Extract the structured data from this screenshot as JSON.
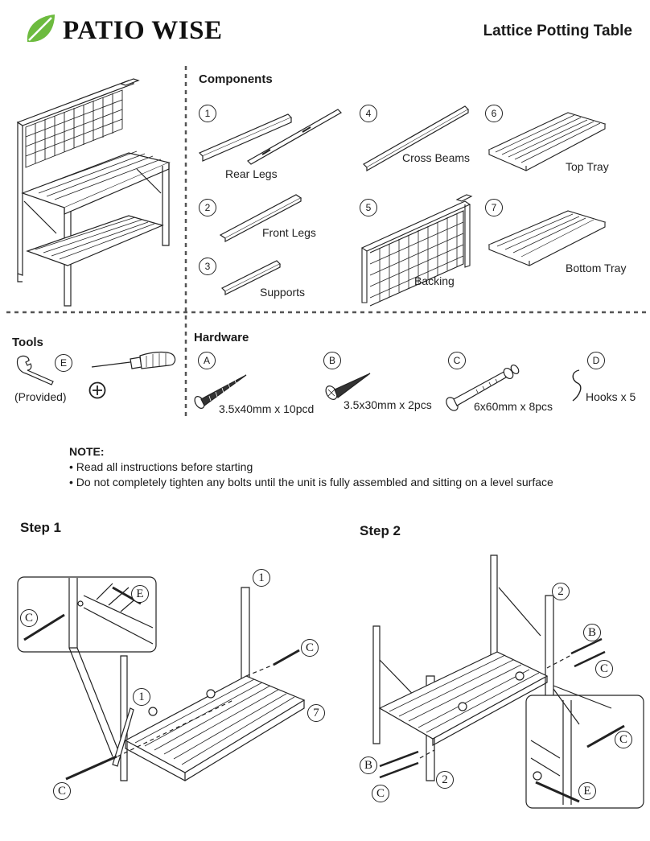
{
  "brand": {
    "name": "PATIO WISE",
    "icon": "leaf-icon",
    "color": "#6dbb3f"
  },
  "document_title": "Lattice Potting Table",
  "components": {
    "title": "Components",
    "items": [
      {
        "number": "1",
        "label": "Rear Legs"
      },
      {
        "number": "2",
        "label": "Front Legs"
      },
      {
        "number": "3",
        "label": "Supports"
      },
      {
        "number": "4",
        "label": "Cross Beams"
      },
      {
        "number": "5",
        "label": "Backing"
      },
      {
        "number": "6",
        "label": "Top Tray"
      },
      {
        "number": "7",
        "label": "Bottom Tray"
      }
    ]
  },
  "tools": {
    "title": "Tools",
    "wrench_letter": "E",
    "wrench_note": "(Provided)",
    "screwdriver_icon": "phillips-screwdriver-icon"
  },
  "hardware": {
    "title": "Hardware",
    "items": [
      {
        "letter": "A",
        "label": "3.5x40mm x 10pcd"
      },
      {
        "letter": "B",
        "label": "3.5x30mm x 2pcs"
      },
      {
        "letter": "C",
        "label": "6x60mm x 8pcs"
      },
      {
        "letter": "D",
        "label": "Hooks x 5"
      }
    ]
  },
  "note": {
    "heading": "NOTE:",
    "lines": [
      "• Read all instructions before starting",
      "• Do not completely tighten any bolts until the unit is fully assembled and sitting on a level surface"
    ]
  },
  "steps": {
    "step1": {
      "title": "Step 1",
      "callouts": {
        "part_rear_leg": "1",
        "part_bottom_tray": "7",
        "bolt": "C",
        "wrench": "E"
      }
    },
    "step2": {
      "title": "Step 2",
      "callouts": {
        "part_front_leg": "2",
        "screw": "B",
        "bolt": "C",
        "wrench": "E"
      }
    }
  }
}
